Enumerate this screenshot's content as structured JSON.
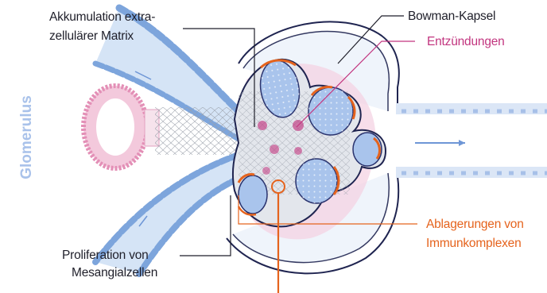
{
  "side_label": "Glomerulus",
  "labels": {
    "ecm_line1": "Akkumulation extra-",
    "ecm_line2": "zellulärer Matrix",
    "bowman": "Bowman-Kapsel",
    "inflammation": "Entzündungen",
    "immune_line1": "Ablagerungen von",
    "immune_line2": "Immunkomplexen",
    "prolif_line1": "Proliferation von",
    "prolif_line2": "Mesangialzellen"
  },
  "colors": {
    "side_label": "#a9c2ea",
    "inflammation": "#c2357f",
    "immune_deposits": "#e5631d",
    "vessel": "#c9dcf3",
    "capillary": "#a9c4ec",
    "leader": "#1f1f2a"
  }
}
